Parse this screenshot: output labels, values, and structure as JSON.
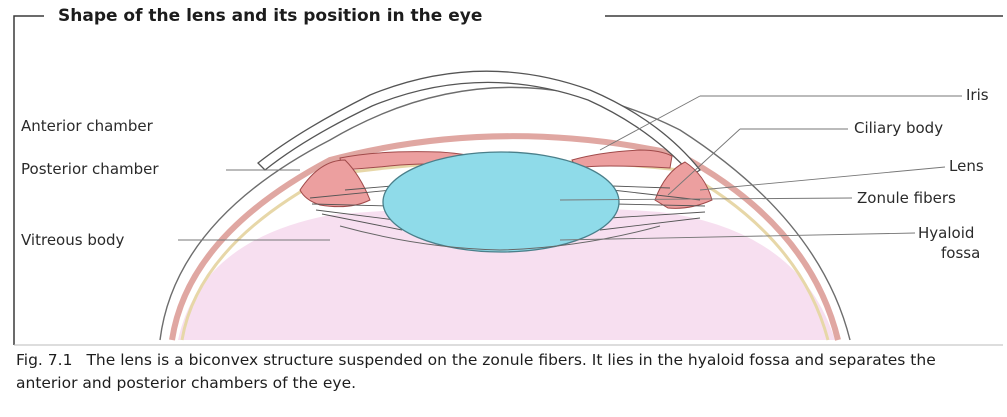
{
  "title": "Shape of the lens and its position in the eye",
  "labels": {
    "anterior_chamber": "Anterior chamber",
    "posterior_chamber": "Posterior chamber",
    "vitreous_body": "Vitreous body",
    "iris": "Iris",
    "ciliary_body": "Ciliary body",
    "lens": "Lens",
    "zonule_fibers": "Zonule fibers",
    "hyaloid_fossa_line1": "Hyaloid",
    "hyaloid_fossa_line2": "fossa"
  },
  "caption": {
    "figure_number": "Fig. 7.1",
    "text": "The lens is a biconvex structure suspended on the zonule fibers. It lies in the hyaloid fossa and separates the anterior and posterior chambers of the eye."
  },
  "colors": {
    "vitreous": "#f7dff0",
    "lens": "#8fdbe9",
    "ciliary": "#ec9f9f",
    "sclera": "#e9b9b4",
    "line": "#4a4a4a"
  }
}
